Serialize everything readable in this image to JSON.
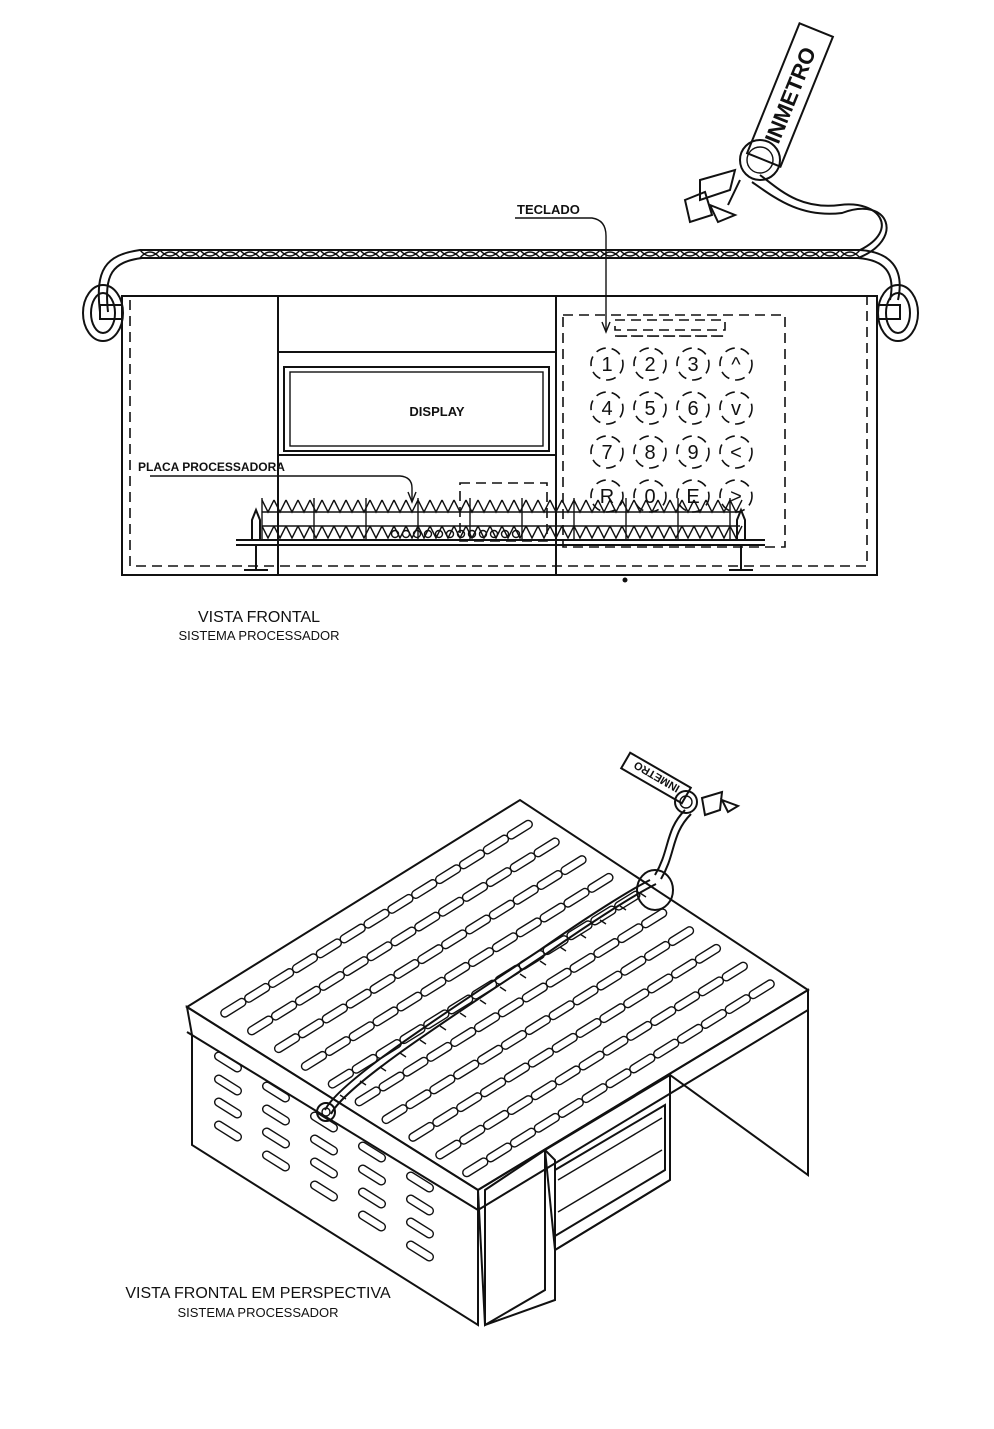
{
  "labels": {
    "teclado": "TECLADO",
    "display": "DISPLAY",
    "placa_processadora": "PLACA PROCESSADORA",
    "inmetro_tag_front": "INMETRO",
    "inmetro_tag_perspective": "INMETRO"
  },
  "keypad": {
    "keys": [
      "1",
      "2",
      "3",
      "^",
      "4",
      "5",
      "6",
      "v",
      "7",
      "8",
      "9",
      "<",
      "R",
      "0",
      "E",
      ">"
    ]
  },
  "captions": {
    "front_title": "VISTA FRONTAL",
    "front_subtitle": "SISTEMA PROCESSADOR",
    "perspective_title": "VISTA FRONTAL EM PERSPECTIVA",
    "perspective_subtitle": "SISTEMA PROCESSADOR"
  }
}
